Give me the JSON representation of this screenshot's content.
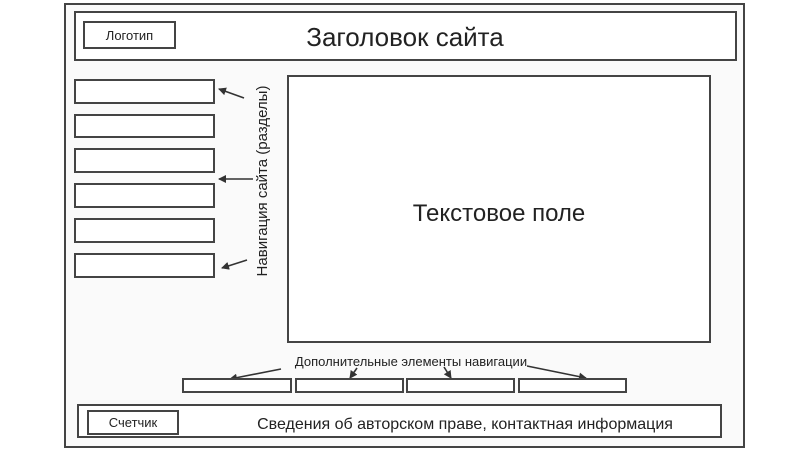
{
  "header": {
    "logo_label": "Логотип",
    "title": "Заголовок сайта"
  },
  "navigation": {
    "label": "Навигация сайта (разделы)",
    "item_count": 6
  },
  "content": {
    "label": "Текстовое поле"
  },
  "extra_navigation": {
    "label": "Дополнительные элементы навигации",
    "item_count": 4
  },
  "footer": {
    "counter_label": "Счетчик",
    "info": "Сведения об авторском праве, контактная информация"
  }
}
